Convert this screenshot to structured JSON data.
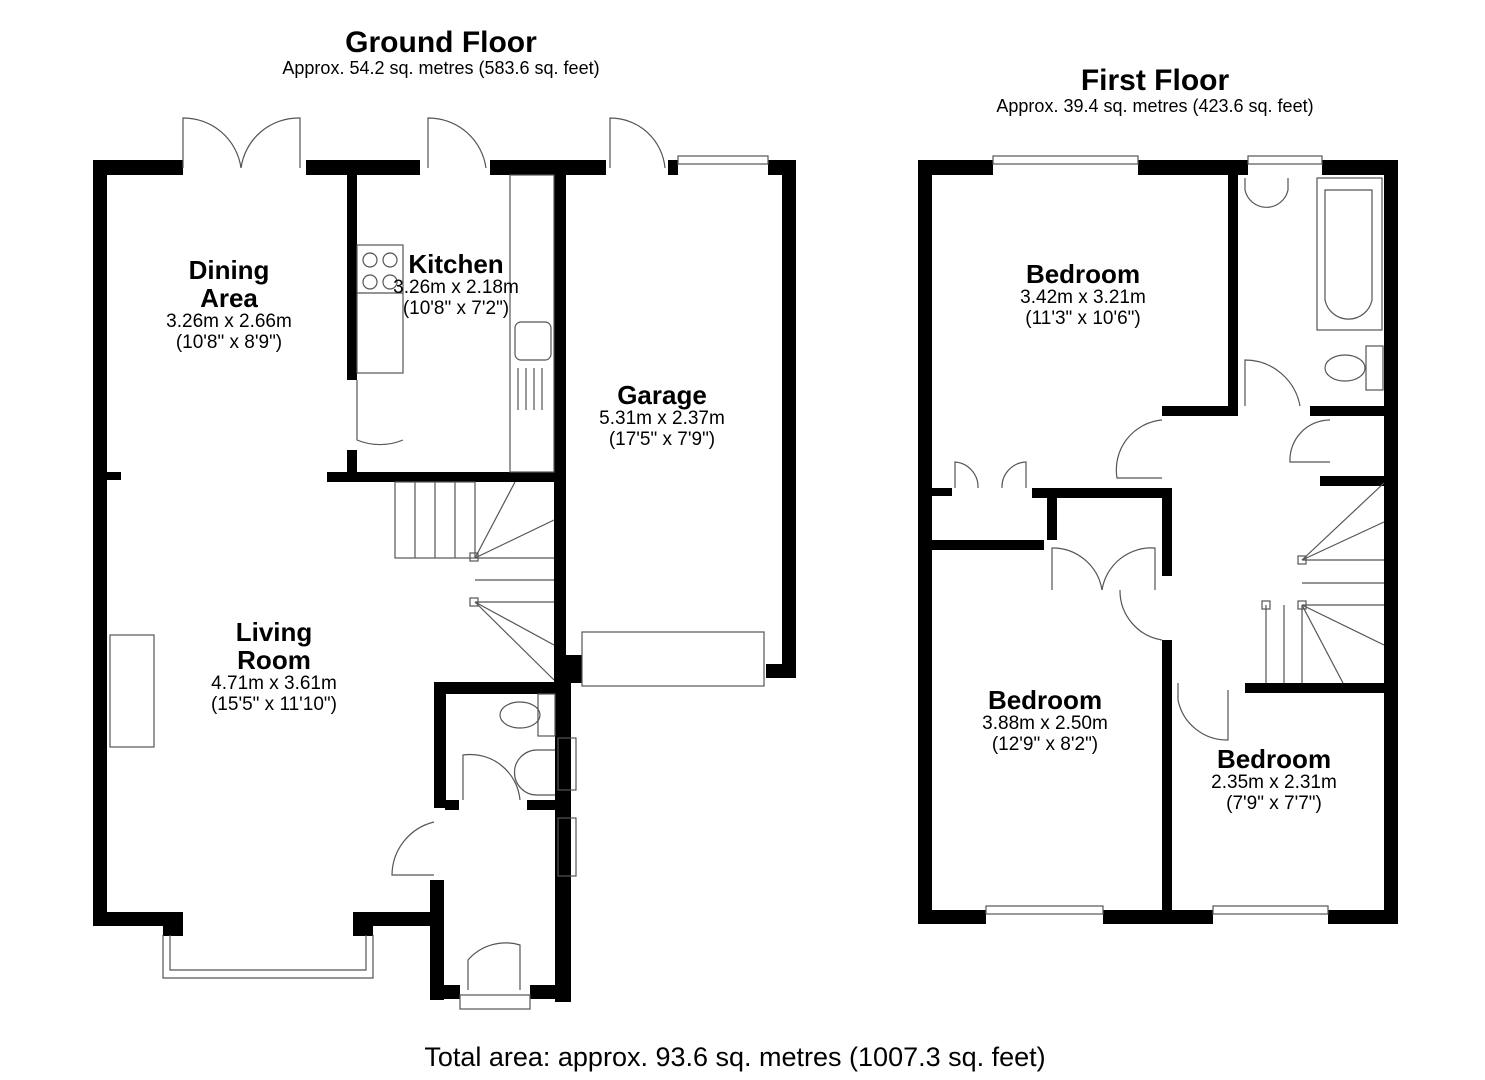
{
  "ground_floor": {
    "title": "Ground Floor",
    "area": "Approx. 54.2 sq. metres (583.6 sq. feet)",
    "rooms": [
      {
        "name_line1": "Dining",
        "name_line2": "Area",
        "metric": "3.26m x 2.66m",
        "imperial": "(10'8\" x 8'9\")"
      },
      {
        "name_line1": "Kitchen",
        "metric": "3.26m x 2.18m",
        "imperial": "(10'8\" x 7'2\")"
      },
      {
        "name_line1": "Garage",
        "metric": "5.31m x 2.37m",
        "imperial": "(17'5\" x 7'9\")"
      },
      {
        "name_line1": "Living",
        "name_line2": "Room",
        "metric": "4.71m x 3.61m",
        "imperial": "(15'5\" x 11'10\")"
      }
    ]
  },
  "first_floor": {
    "title": "First Floor",
    "area": "Approx. 39.4 sq. metres (423.6 sq. feet)",
    "rooms": [
      {
        "name_line1": "Bedroom",
        "metric": "3.42m x 3.21m",
        "imperial": "(11'3\" x 10'6\")"
      },
      {
        "name_line1": "Bedroom",
        "metric": "3.88m x 2.50m",
        "imperial": "(12'9\" x 8'2\")"
      },
      {
        "name_line1": "Bedroom",
        "metric": "2.35m x 2.31m",
        "imperial": "(7'9\" x 7'7\")"
      }
    ]
  },
  "footer": {
    "total_area": "Total area: approx. 93.6 sq. metres (1007.3 sq. feet)"
  },
  "colors": {
    "wall": "#000000",
    "fixture_line": "#555555",
    "background": "#ffffff"
  }
}
